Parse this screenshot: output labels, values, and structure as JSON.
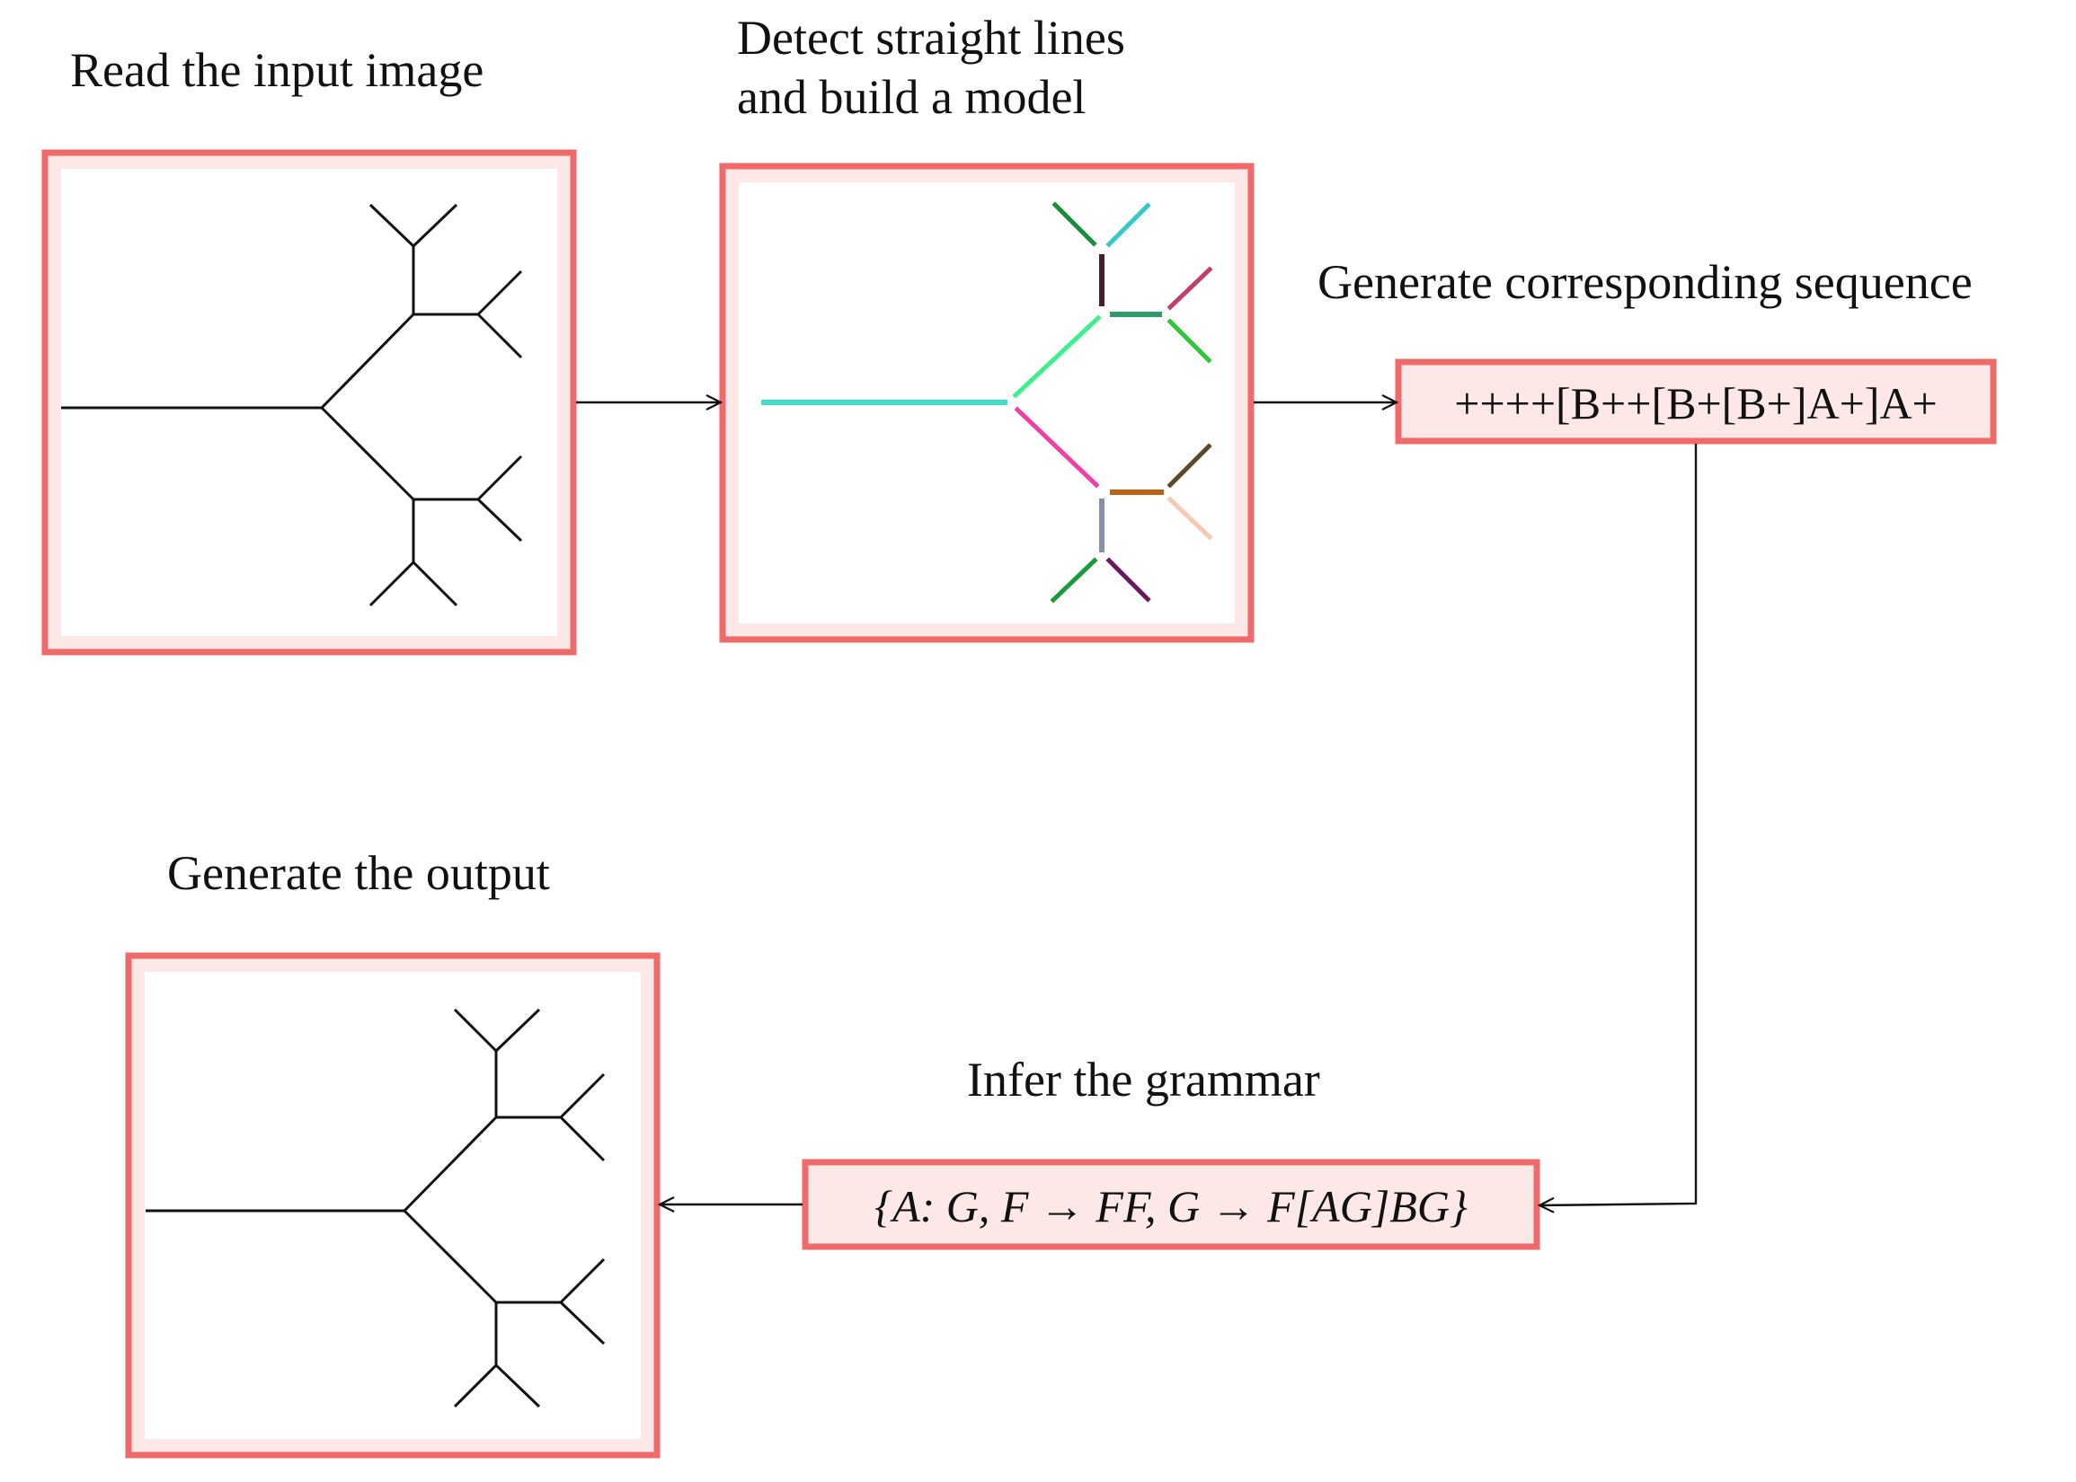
{
  "steps": {
    "read": {
      "title": "Read the input image"
    },
    "detect": {
      "title_line1": "Detect straight lines",
      "title_line2": "and build a model"
    },
    "sequence": {
      "title": "Generate corresponding sequence",
      "value": "++++[B++[B+[B+]A+]A+"
    },
    "grammar": {
      "title": "Infer the grammar",
      "value": "{A: G, F → FF, G → F[AG]BG}"
    },
    "output": {
      "title": "Generate the output"
    }
  },
  "colors": {
    "frame": "#f06a6a",
    "frame_inner": "#fde8e8",
    "ink": "#111111"
  },
  "model_segment_colors": {
    "trunk": "#40e0c8",
    "upper_diag": "#3ef08c",
    "lower_diag": "#f040a8",
    "upper_stem": "#4a1c34",
    "upper_arm": "#2e9a6c",
    "lower_stem": "#8a90a8",
    "lower_arm": "#c06010",
    "tip_ul_left": "#1a8a3c",
    "tip_ul_right": "#36c8c8",
    "tip_ur_up": "#c04068",
    "tip_ur_down": "#2ec83a",
    "tip_lr_up": "#5a4a2a",
    "tip_lr_down": "#f8c8b0",
    "tip_ll_left": "#1a9a3a",
    "tip_ll_right": "#6a1a5a"
  }
}
